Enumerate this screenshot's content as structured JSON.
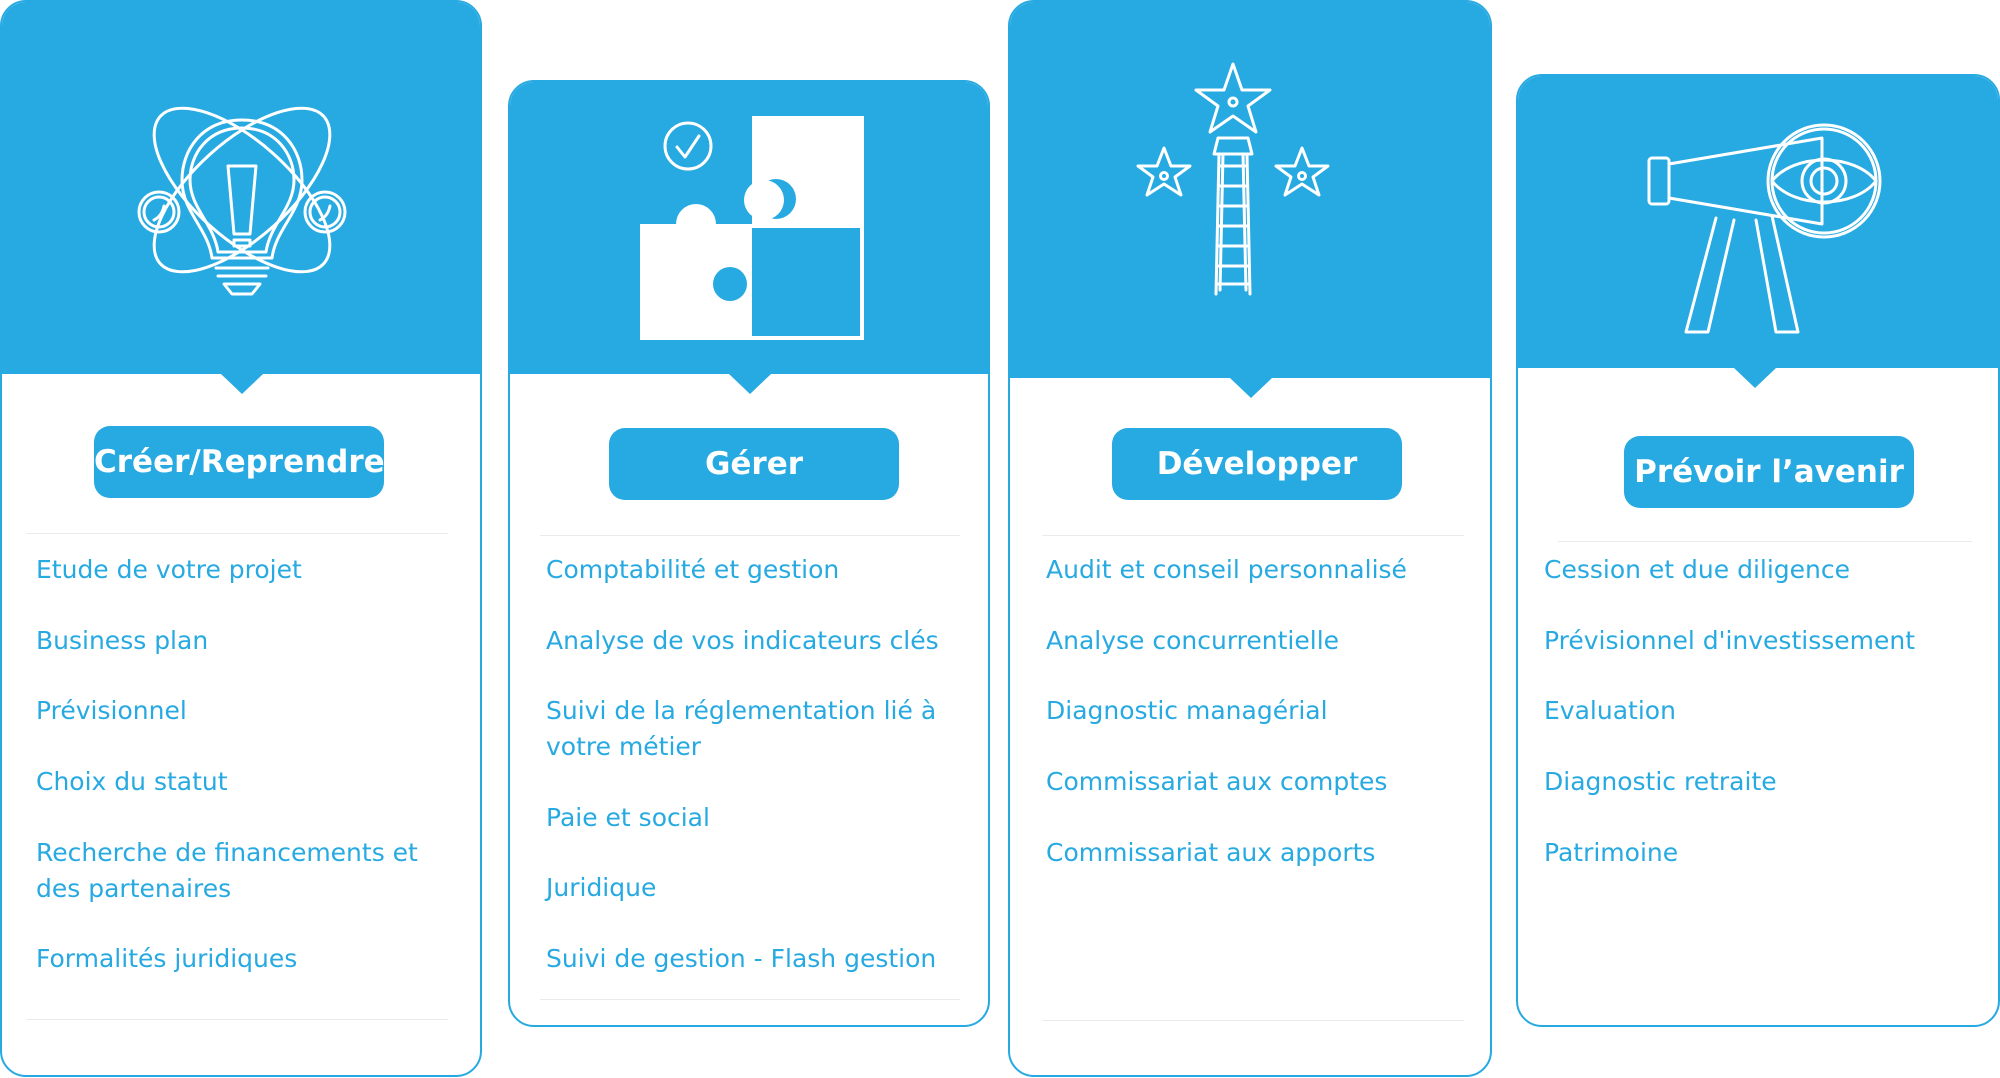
{
  "colors": {
    "accent": "#27a9e1",
    "divider": "#eaeaea",
    "card_bg": "#ffffff"
  },
  "cards": [
    {
      "title": "Créer/Reprendre",
      "icon": "lightbulb-icon",
      "items": [
        [
          "Etude de votre projet"
        ],
        [
          "Business plan"
        ],
        [
          "Prévisionnel"
        ],
        [
          "Choix du statut"
        ],
        [
          "Recherche de financements et",
          "des partenaires"
        ],
        [
          "Formalités juridiques"
        ]
      ]
    },
    {
      "title": "Gérer",
      "icon": "puzzle-icon",
      "items": [
        [
          "Comptabilité et gestion"
        ],
        [
          "Analyse de vos indicateurs clés"
        ],
        [
          "Suivi de la réglementation lié à",
          "votre métier"
        ],
        [
          "Paie et social"
        ],
        [
          "Juridique"
        ],
        [
          "Suivi de gestion - Flash gestion"
        ]
      ]
    },
    {
      "title": "Développer",
      "icon": "ladder-stars-icon",
      "items": [
        [
          "Audit et conseil personnalisé"
        ],
        [
          "Analyse concurrentielle"
        ],
        [
          "Diagnostic managérial"
        ],
        [
          "Commissariat aux comptes"
        ],
        [
          "Commissariat aux apports"
        ]
      ]
    },
    {
      "title": "Prévoir l’avenir",
      "icon": "telescope-eye-icon",
      "items": [
        [
          "Cession et due diligence"
        ],
        [
          "Prévisionnel d'investissement"
        ],
        [
          "Evaluation"
        ],
        [
          "Diagnostic retraite"
        ],
        [
          "Patrimoine"
        ]
      ]
    }
  ]
}
